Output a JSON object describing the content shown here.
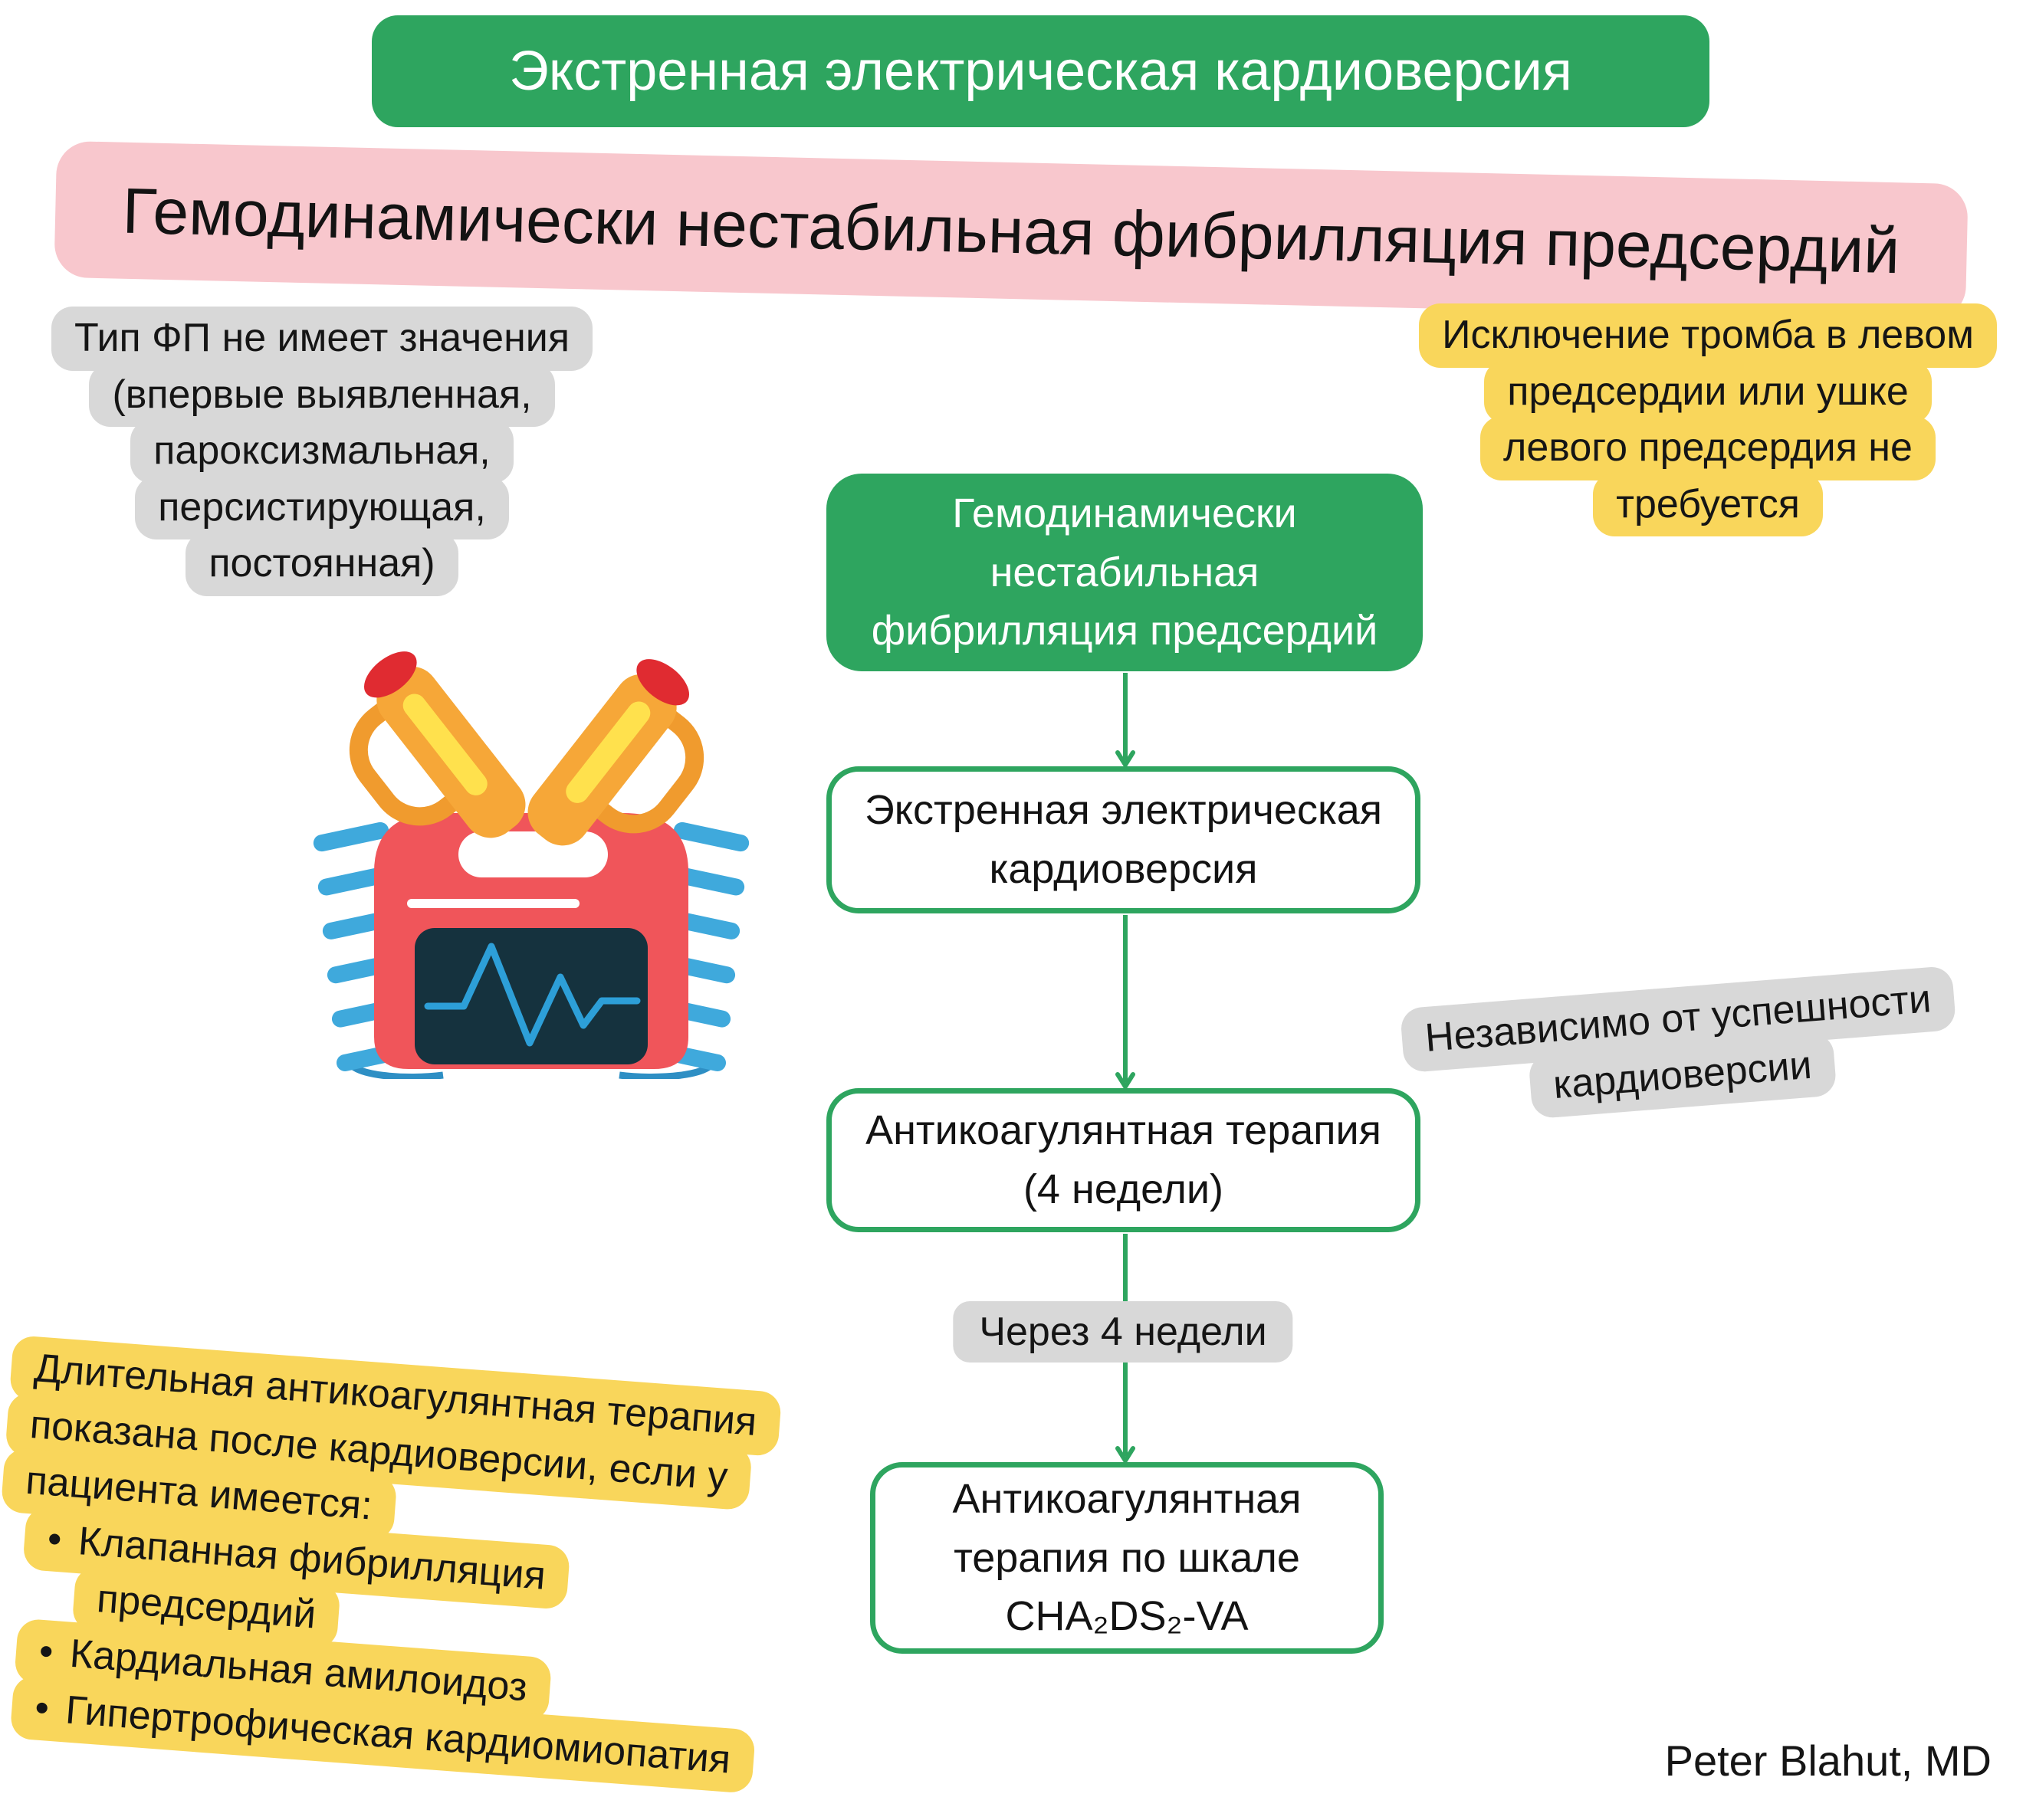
{
  "header": {
    "title": "Экстренная электрическая кардиоверсия",
    "subtitle": "Гемодинамически нестабильная фибрилляция предсердий"
  },
  "colors": {
    "green": "#2ea55f",
    "pink": "#f8c7cd",
    "gray": "#d8d8d8",
    "yellow": "#f9d65b",
    "defib_red": "#f0555a",
    "defib_screen": "#15323e",
    "ecg_blue": "#2d9fd8",
    "cable_blue": "#3fa9dc",
    "paddle_orange": "#f6a738",
    "button_red": "#e02b31",
    "text": "#151515"
  },
  "glyphs": {
    "bullet": "•"
  },
  "notes": {
    "af_type": {
      "lines": [
        "Тип ФП не имеет значения",
        "(впервые выявленная,",
        "пароксизмальная,",
        "персистирующая,",
        "постоянная)"
      ]
    },
    "thrombus": {
      "lines": [
        "Исключение тромба в левом",
        "предсердии или ушке",
        "левого предсердия не",
        "требуется"
      ]
    },
    "regardless": {
      "lines": [
        "Независимо от успешности",
        "кардиоверсии"
      ]
    },
    "after_4_weeks_label": "Через 4 недели",
    "long_term": {
      "intro_lines": [
        "Длительная антикоагулянтная терапия",
        "показана после кардиоверсии, если у",
        "пациента имеется:"
      ],
      "bullets": [
        {
          "lines": [
            "Клапанная фибрилляция",
            "предсердий"
          ]
        },
        {
          "lines": [
            "Кардиальная амилоидоз"
          ]
        },
        {
          "lines": [
            "Гипертрофическая кардиомиопатия"
          ]
        }
      ]
    }
  },
  "flowchart": {
    "start": {
      "lines": [
        "Гемодинамически",
        "нестабильная",
        "фибрилляция предсердий"
      ]
    },
    "step1": {
      "lines": [
        "Экстренная электрическая",
        "кардиоверсия"
      ]
    },
    "step2": {
      "lines": [
        "Антикоагулянтная терапия",
        "(4 недели)"
      ]
    },
    "step3": {
      "lines": [
        "Антикоагулянтная",
        "терапия по шкале",
        "CHA₂DS₂-VA"
      ]
    }
  },
  "illustration": {
    "name": "defibrillator"
  },
  "footer": {
    "author": "Peter Blahut, MD"
  }
}
